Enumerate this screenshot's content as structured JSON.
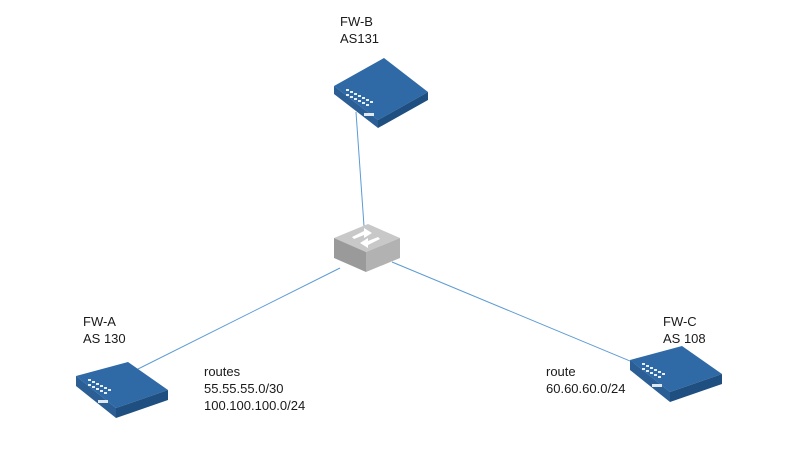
{
  "nodes": {
    "fw_b": {
      "name": "FW-B",
      "as": "AS131"
    },
    "fw_a": {
      "name": "FW-A",
      "as": "AS 130"
    },
    "fw_c": {
      "name": "FW-C",
      "as": "AS 108"
    },
    "switch": {}
  },
  "annotations": {
    "fw_a_routes": {
      "heading": "routes",
      "lines": [
        "55.55.55.0/30",
        "100.100.100.0/24"
      ]
    },
    "fw_c_routes": {
      "heading": "route",
      "lines": [
        "60.60.60.0/24"
      ]
    }
  },
  "colors": {
    "link": "#5b9bd5",
    "device_top": "#2f6aa6",
    "device_side": "#1f4f80",
    "device_front": "#2a5e94",
    "switch_top": "#c8c8c8",
    "switch_front": "#9a9a9a",
    "switch_side": "#b2b2b2"
  }
}
